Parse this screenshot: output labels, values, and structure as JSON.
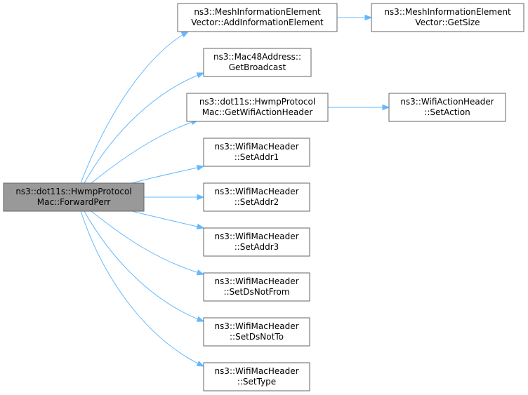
{
  "graph": {
    "edge_color": "#63b8ff",
    "root_fill": "#999999",
    "node_fill": "#ffffff",
    "nodes": [
      {
        "id": "forward_perr",
        "lines": [
          "ns3::dot11s::HwmpProtocol",
          "Mac::ForwardPerr"
        ],
        "root": true
      },
      {
        "id": "add_ie",
        "lines": [
          "ns3::MeshInformationElement",
          "Vector::AddInformationElement"
        ]
      },
      {
        "id": "get_size",
        "lines": [
          "ns3::MeshInformationElement",
          "Vector::GetSize"
        ]
      },
      {
        "id": "get_broadcast",
        "lines": [
          "ns3::Mac48Address::",
          "GetBroadcast"
        ]
      },
      {
        "id": "get_wifi_action_header",
        "lines": [
          "ns3::dot11s::HwmpProtocol",
          "Mac::GetWifiActionHeader"
        ]
      },
      {
        "id": "set_action",
        "lines": [
          "ns3::WifiActionHeader",
          "::SetAction"
        ]
      },
      {
        "id": "set_addr1",
        "lines": [
          "ns3::WifiMacHeader",
          "::SetAddr1"
        ]
      },
      {
        "id": "set_addr2",
        "lines": [
          "ns3::WifiMacHeader",
          "::SetAddr2"
        ]
      },
      {
        "id": "set_addr3",
        "lines": [
          "ns3::WifiMacHeader",
          "::SetAddr3"
        ]
      },
      {
        "id": "set_ds_not_from",
        "lines": [
          "ns3::WifiMacHeader",
          "::SetDsNotFrom"
        ]
      },
      {
        "id": "set_ds_not_to",
        "lines": [
          "ns3::WifiMacHeader",
          "::SetDsNotTo"
        ]
      },
      {
        "id": "set_type",
        "lines": [
          "ns3::WifiMacHeader",
          "::SetType"
        ]
      }
    ],
    "edges": [
      {
        "from": "forward_perr",
        "to": "add_ie"
      },
      {
        "from": "forward_perr",
        "to": "get_broadcast"
      },
      {
        "from": "forward_perr",
        "to": "get_wifi_action_header"
      },
      {
        "from": "forward_perr",
        "to": "set_addr1"
      },
      {
        "from": "forward_perr",
        "to": "set_addr2"
      },
      {
        "from": "forward_perr",
        "to": "set_addr3"
      },
      {
        "from": "forward_perr",
        "to": "set_ds_not_from"
      },
      {
        "from": "forward_perr",
        "to": "set_ds_not_to"
      },
      {
        "from": "forward_perr",
        "to": "set_type"
      },
      {
        "from": "add_ie",
        "to": "get_size"
      },
      {
        "from": "get_wifi_action_header",
        "to": "set_action"
      }
    ]
  }
}
